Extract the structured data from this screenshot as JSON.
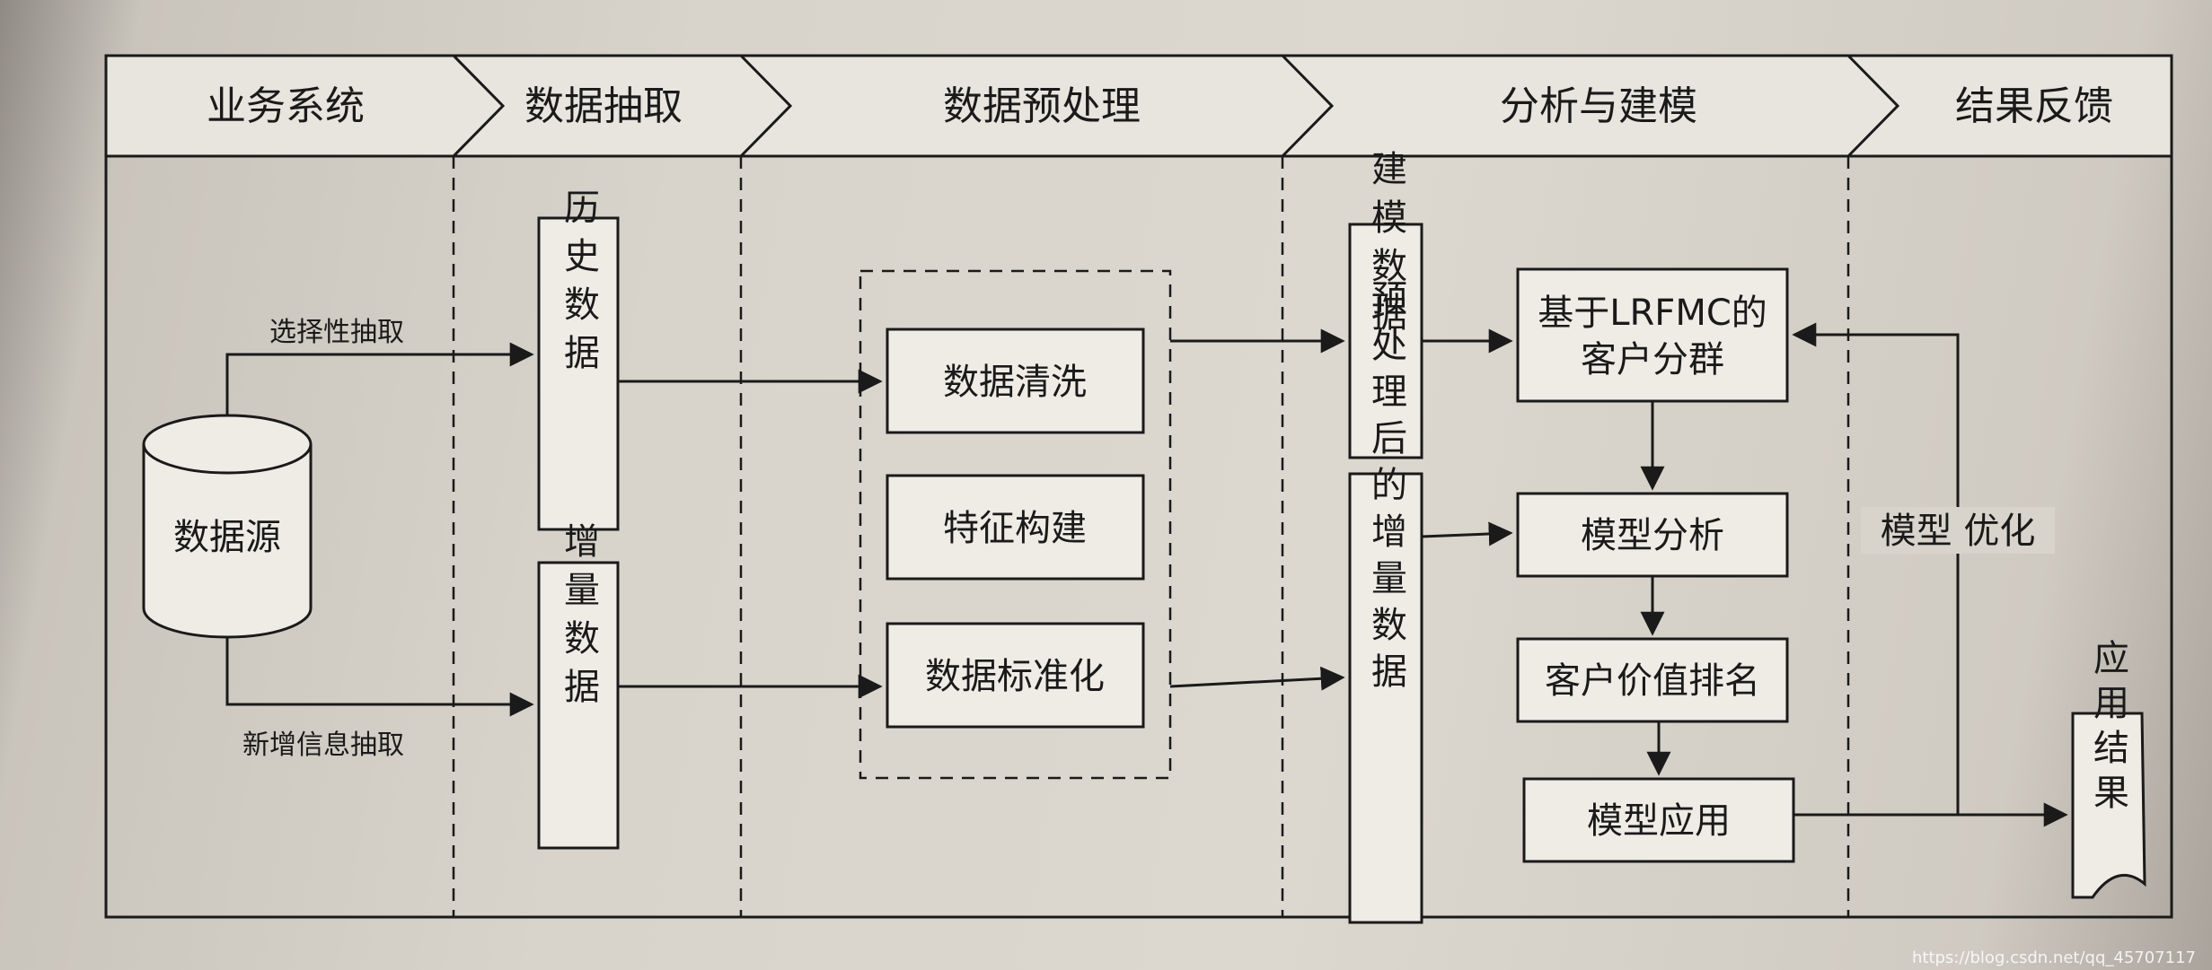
{
  "stages": [
    "业务系统",
    "数据抽取",
    "数据预处理",
    "分析与建模",
    "结果反馈"
  ],
  "nodes": {
    "data_source": "数据源",
    "history_data": "历史数据",
    "incremental_data": "增量数据",
    "data_cleaning": "数据清洗",
    "feature_construction": "特征构建",
    "data_standardization": "数据标准化",
    "modeling_data": "建模数据",
    "preprocessed_incremental_data": "预处理后的增量数据",
    "lrfmc_clustering": [
      "基于LRFMC的",
      "客户分群"
    ],
    "model_analysis": "模型分析",
    "customer_value_ranking": "客户价值排名",
    "model_application": "模型应用",
    "application_result": "应用结果"
  },
  "edge_labels": {
    "selective_extraction": "选择性抽取",
    "new_info_extraction": "新增信息抽取",
    "model_optimization": "模型 优化"
  },
  "watermark": "https://blog.csdn.net/qq_45707117",
  "colors": {
    "line": "#1a1a1a",
    "box_fill": "#efece6",
    "header_fill": "#e8e5df"
  }
}
